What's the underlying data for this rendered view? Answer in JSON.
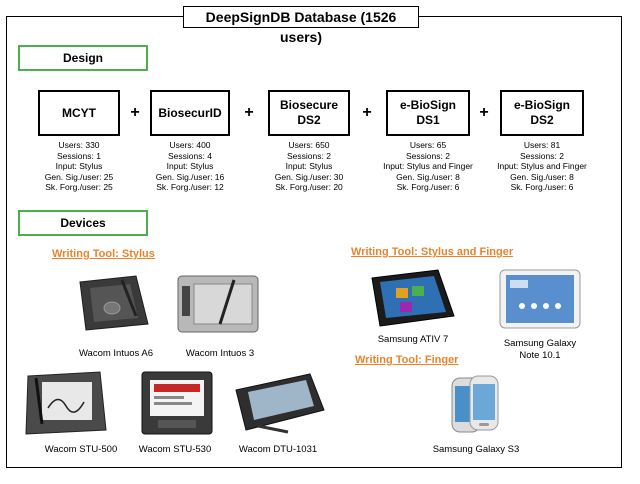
{
  "title": "DeepSignDB Database (1526 users)",
  "sections": {
    "design": "Design",
    "devices": "Devices"
  },
  "databases": [
    {
      "name": "MCYT",
      "stats": [
        "Users: 330",
        "Sessions: 1",
        "Input: Stylus",
        "Gen. Sig./user: 25",
        "Sk. Forg./user: 25"
      ]
    },
    {
      "name": "BiosecurID",
      "stats": [
        "Users: 400",
        "Sessions: 4",
        "Input: Stylus",
        "Gen. Sig./user: 16",
        "Sk. Forg./user: 12"
      ]
    },
    {
      "name": "Biosecure DS2",
      "stats": [
        "Users: 650",
        "Sessions: 2",
        "Input: Stylus",
        "Gen. Sig./user: 30",
        "Sk. Forg./user: 20"
      ]
    },
    {
      "name_line1": "e-BioSign",
      "name_line2": "DS1",
      "stats": [
        "Users: 65",
        "Sessions: 2",
        "Input: Stylus and Finger",
        "Gen. Sig./user: 8",
        "Sk. Forg./user: 6"
      ]
    },
    {
      "name_line1": "e-BioSign",
      "name_line2": "DS2",
      "stats": [
        "Users: 81",
        "Sessions: 2",
        "Input: Stylus and Finger",
        "Gen. Sig./user: 8",
        "Sk. Forg./user: 6"
      ]
    }
  ],
  "plus_sign": "+",
  "writing_tools": {
    "stylus": "Writing Tool: Stylus",
    "stylus_finger": "Writing Tool: Stylus and Finger",
    "finger": "Writing Tool: Finger"
  },
  "devices": {
    "intuos_a6": "Wacom Intuos A6",
    "intuos_3": "Wacom Intuos 3",
    "stu_500": "Wacom STU-500",
    "stu_530": "Wacom STU-530",
    "dtu_1031": "Wacom DTU-1031",
    "ativ_7": "Samsung ATIV 7",
    "galaxy_note_line1": "Samsung Galaxy",
    "galaxy_note_line2": "Note 10.1",
    "galaxy_s3": "Samsung Galaxy S3"
  },
  "colors": {
    "section_border": "#4cae4c",
    "tool_title": "#e8842c"
  }
}
